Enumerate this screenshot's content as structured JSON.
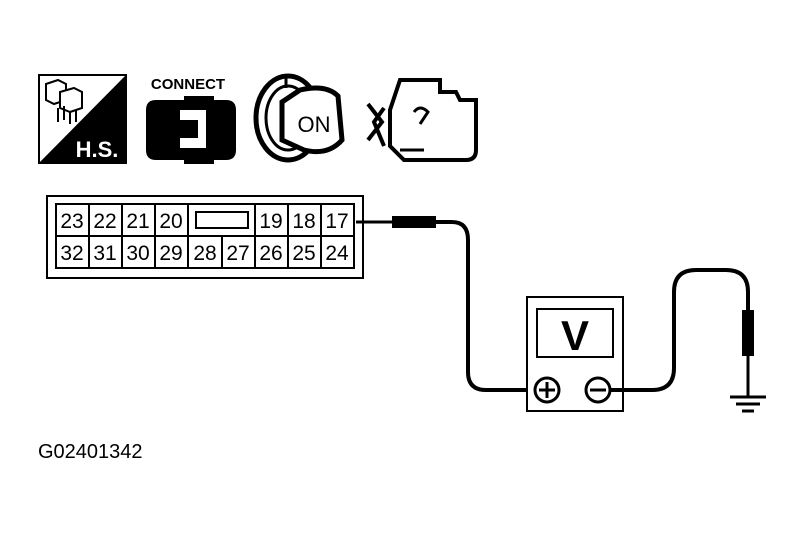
{
  "icons": {
    "harness_label": "H.S.",
    "connect_label": "CONNECT",
    "ignition_label": "ON"
  },
  "connector": {
    "top_row": [
      "23",
      "22",
      "21",
      "20",
      "",
      "19",
      "18",
      "17"
    ],
    "bottom_row": [
      "32",
      "31",
      "30",
      "29",
      "28",
      "27",
      "26",
      "25",
      "24"
    ]
  },
  "meter": {
    "display": "V",
    "positive": "+",
    "negative": "−"
  },
  "figure_id": "G02401342"
}
